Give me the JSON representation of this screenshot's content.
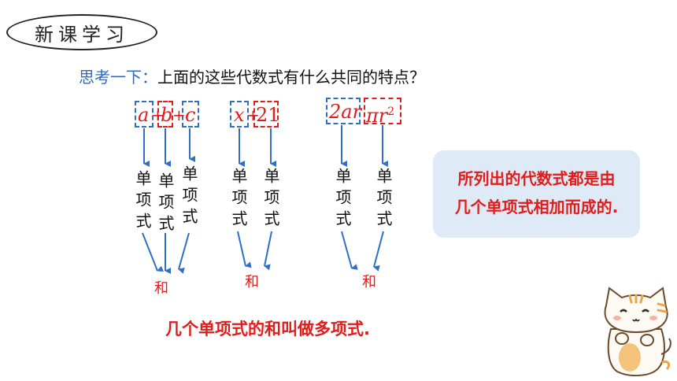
{
  "header": {
    "title": "新课学习"
  },
  "question": {
    "lead": "思考一下：",
    "text": "上面的这些代数式有什么共同的特点？"
  },
  "expressions": [
    {
      "terms": [
        "a",
        "b",
        "c"
      ],
      "ops": [
        "+",
        "+"
      ]
    },
    {
      "terms": [
        "x",
        "21"
      ],
      "ops": [
        "+"
      ]
    },
    {
      "terms": [
        "2ar",
        "πr",
        "2"
      ],
      "ops": []
    }
  ],
  "term_label": "单项式",
  "sum_label": "和",
  "note": {
    "line1": "所列出的代数式都是由",
    "line2": "几个单项式相加而成的."
  },
  "definition": "几个单项式的和叫做多项式.",
  "colors": {
    "blue": "#2f6fc4",
    "red": "#e21b1b",
    "note_bg": "#deeaf6"
  }
}
